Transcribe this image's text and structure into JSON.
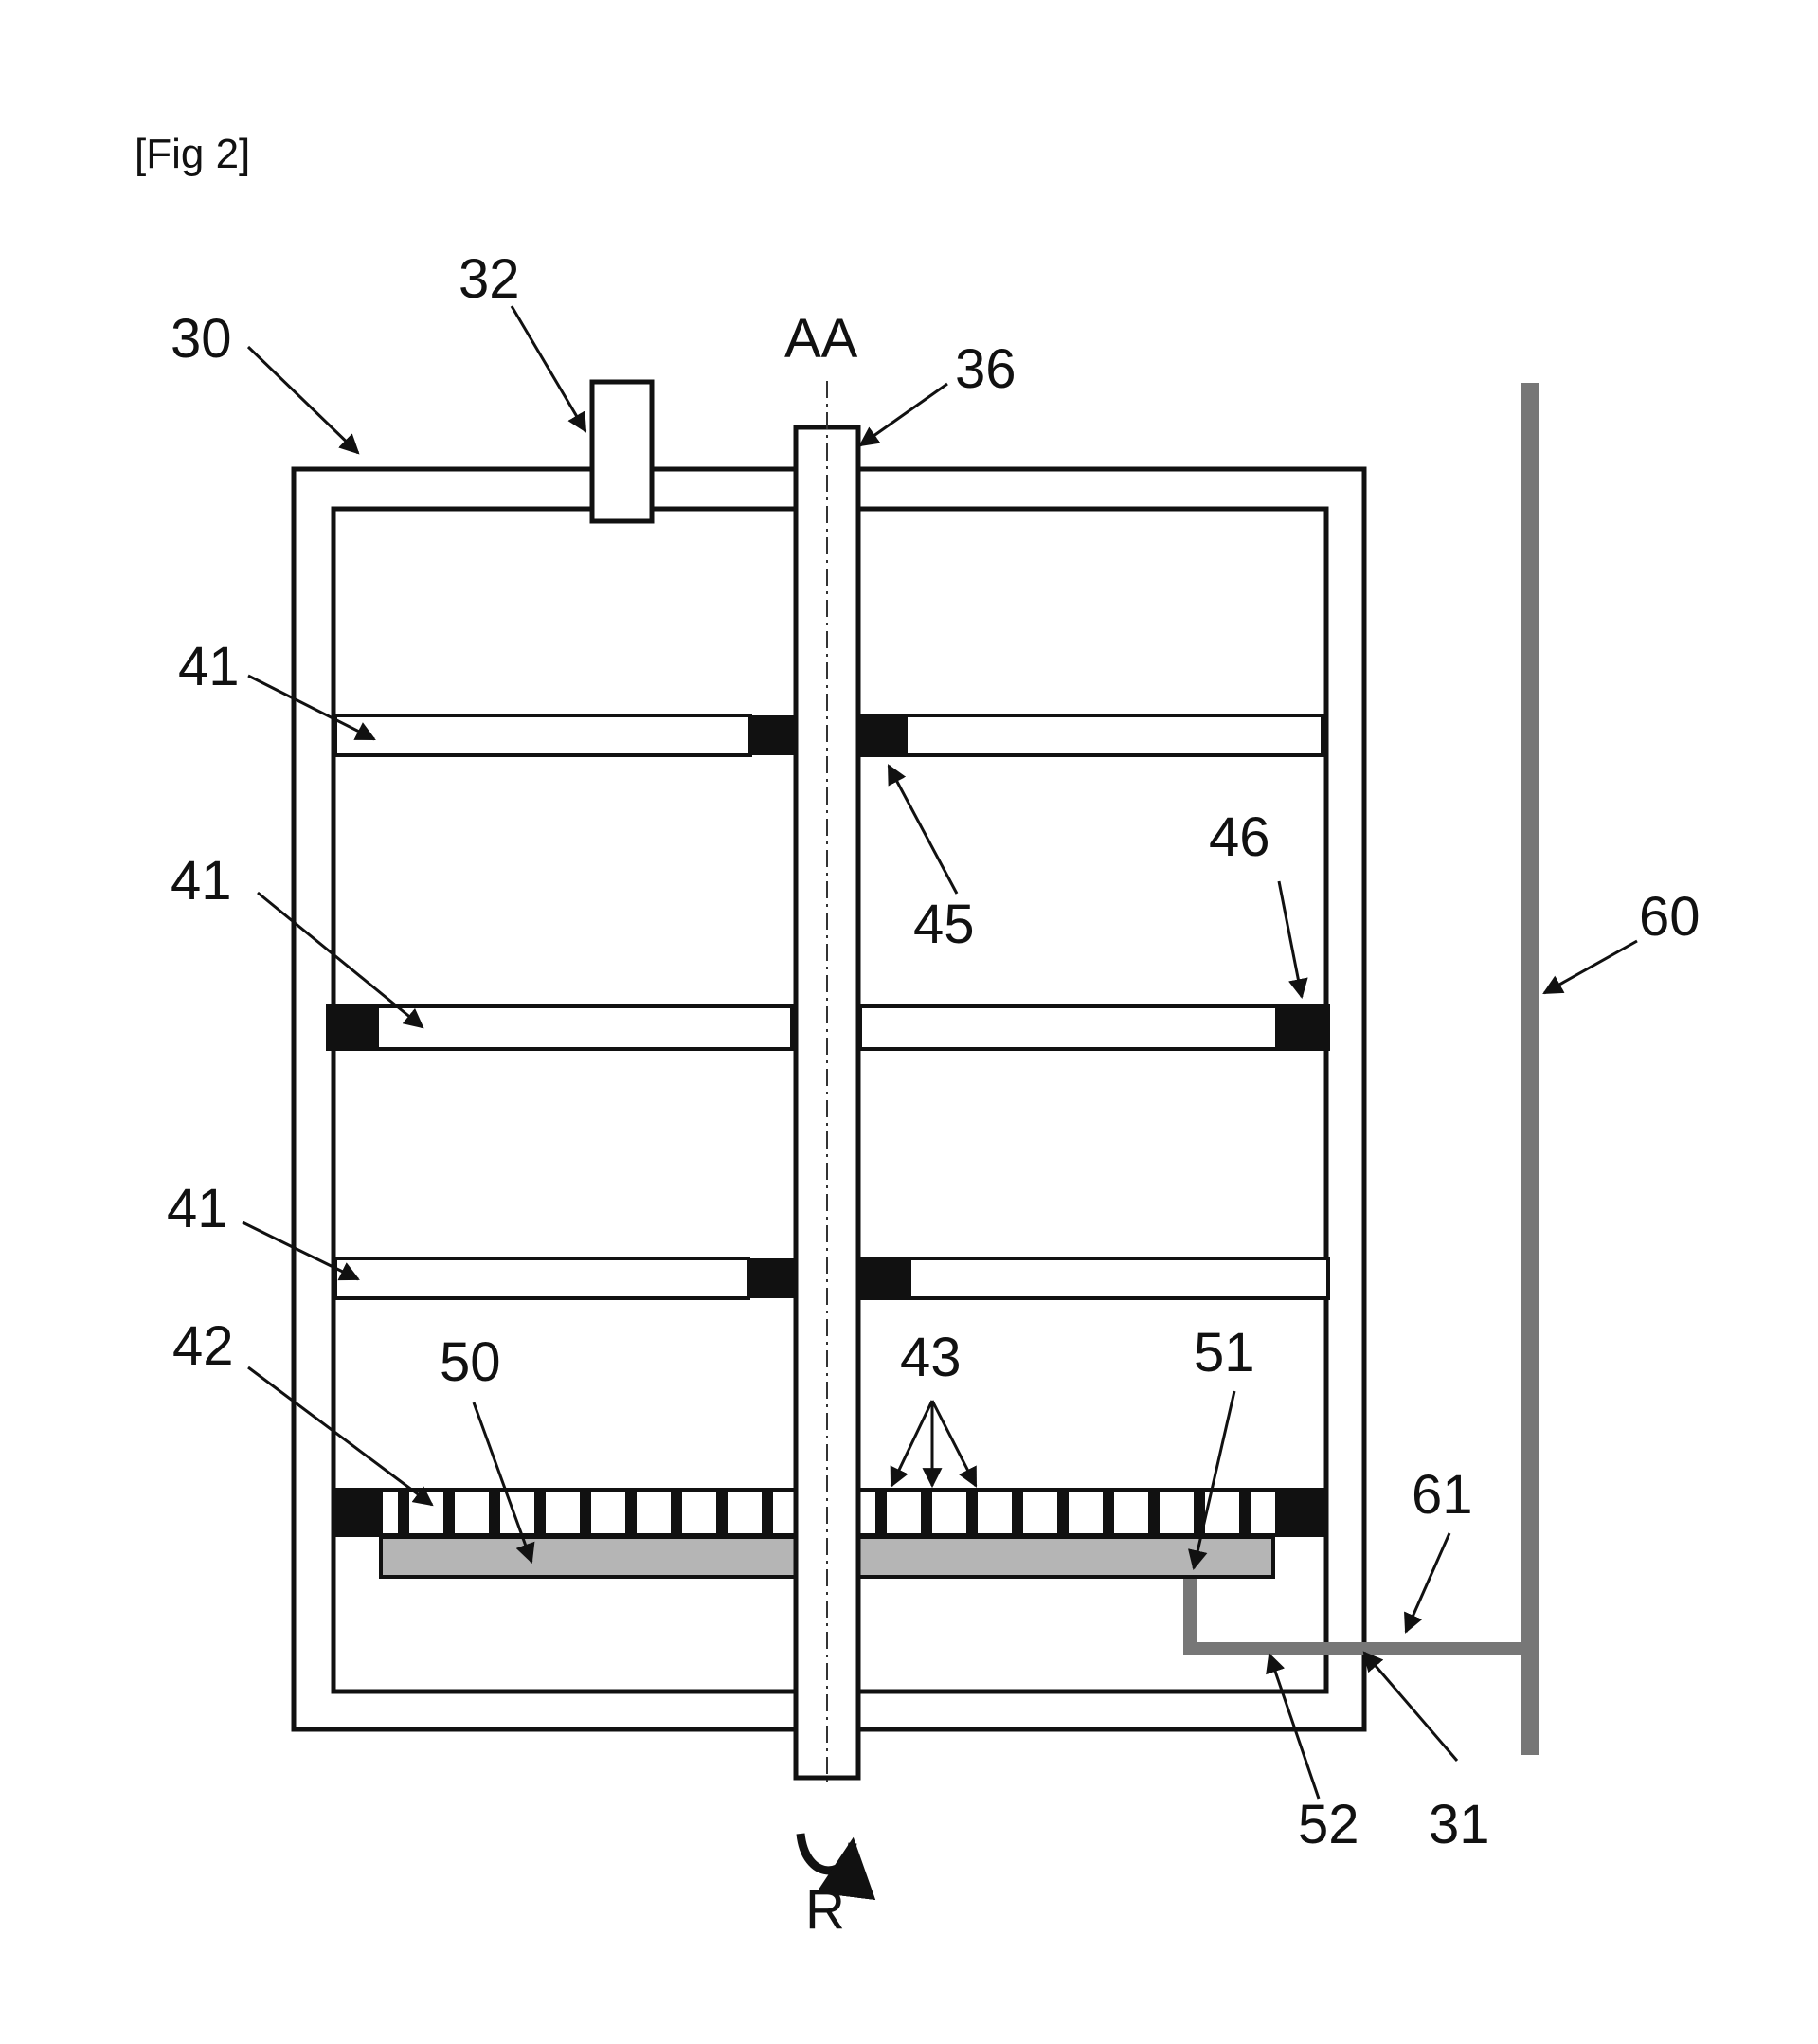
{
  "figure": {
    "caption": "[Fig 2]"
  },
  "labels": {
    "l30": "30",
    "l32": "32",
    "lAA": "AA",
    "l36": "36",
    "l41a": "41",
    "l41b": "41",
    "l41c": "41",
    "l45": "45",
    "l46": "46",
    "l60": "60",
    "l42": "42",
    "l50": "50",
    "l43": "43",
    "l51": "51",
    "l61": "61",
    "l52": "52",
    "l31": "31",
    "lR": "R"
  },
  "colors": {
    "line": "#111111",
    "pipe": "#777777",
    "plate": "#b5b5b5",
    "seal": "#111111"
  }
}
